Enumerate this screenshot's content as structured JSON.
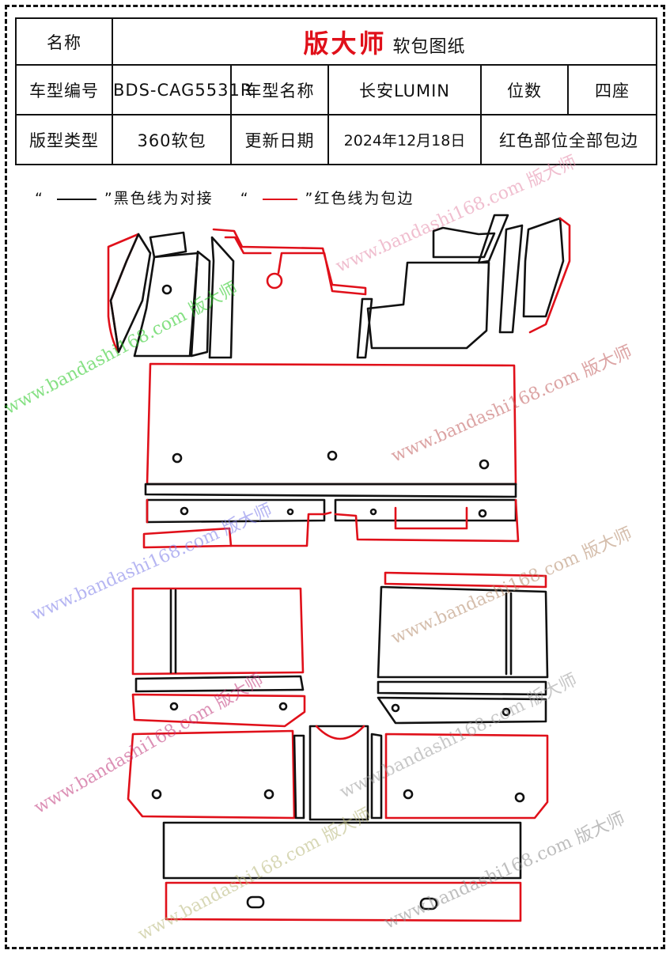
{
  "header": {
    "name_label": "名称",
    "brand": "版大师",
    "brand_sub": "软包图纸",
    "model_code_label": "车型编号",
    "model_code": "BDS-CAG5531R",
    "model_name_label": "车型名称",
    "model_name": "长安LUMIN",
    "seats_label": "位数",
    "seats": "四座",
    "type_label": "版型类型",
    "type": "360软包",
    "date_label": "更新日期",
    "date": "2024年12月18日",
    "note": "红色部位全部包边"
  },
  "legend": {
    "black_open": "“",
    "black_close": "”黑色线为对接",
    "red_open": "“",
    "red_close": "”红色线为包边"
  },
  "watermarks": [
    {
      "text": "www.bandashi168.com 版大师",
      "color": "#22c81e"
    },
    {
      "text": "www.bandashi168.com 版大师",
      "color": "#e58aa8"
    },
    {
      "text": "www.bandashi168.com 版大师",
      "color": "#c05a5a"
    },
    {
      "text": "www.bandashi168.com 版大师",
      "color": "#7a7ae8"
    },
    {
      "text": "www.bandashi168.com 版大师",
      "color": "#b48a6a"
    },
    {
      "text": "www.bandashi168.com 版大师",
      "color": "#c0367a"
    },
    {
      "text": "www.bandashi168.com 版大师",
      "color": "#8a8a8a"
    },
    {
      "text": "www.bandashi168.com 版大师",
      "color": "#b8b87a"
    },
    {
      "text": "www.bandashi168.com 版大师",
      "color": "#9a9a9a"
    }
  ],
  "colors": {
    "black_line": "#111111",
    "red_line": "#e0101a"
  }
}
